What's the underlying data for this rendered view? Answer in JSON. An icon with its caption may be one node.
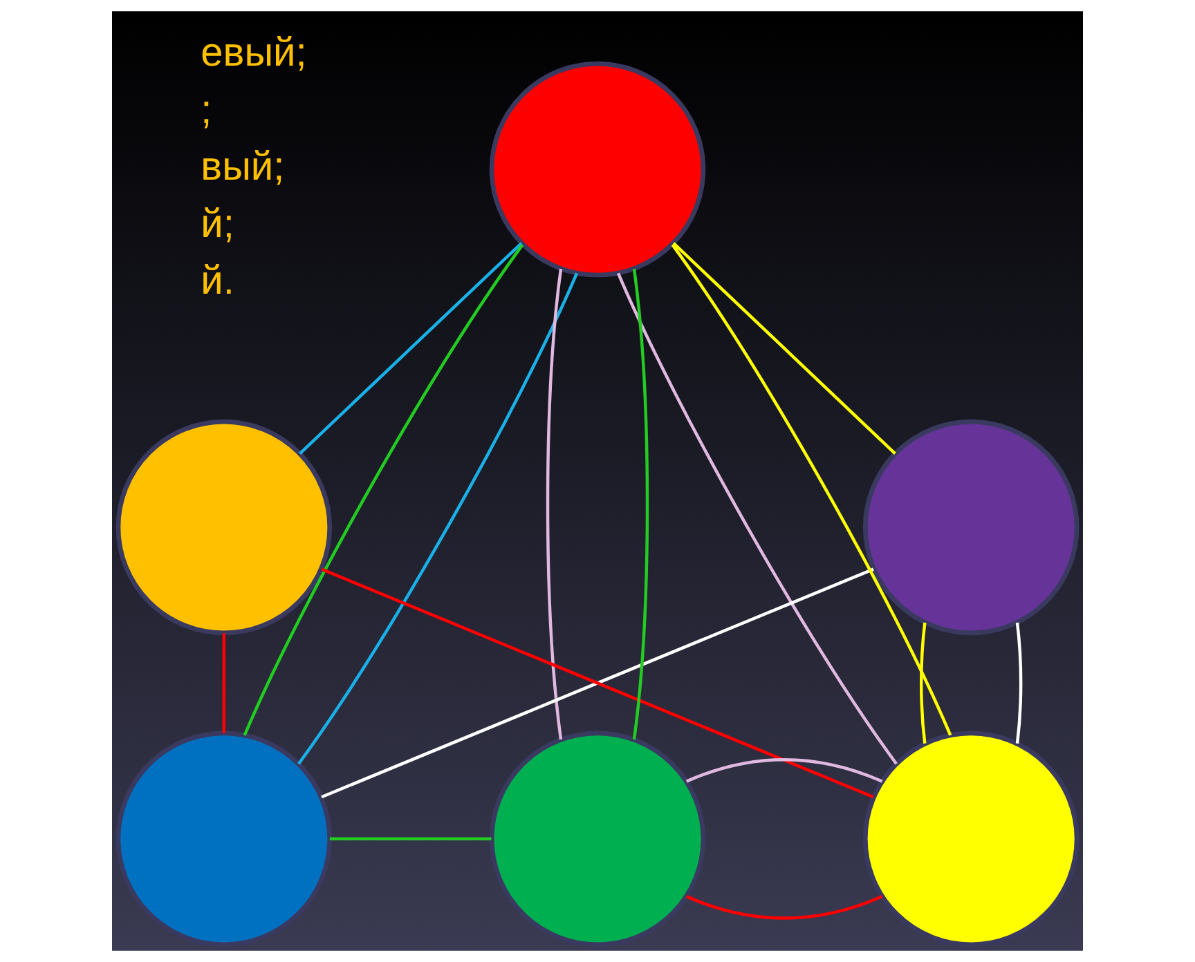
{
  "diagram": {
    "nodes": [
      {
        "text": [],
        "shape": "circle"
      },
      {
        "text": [],
        "shape": "circle"
      },
      {
        "text": [],
        "shape": "circle"
      },
      {
        "text": [],
        "shape": "circle"
      },
      {
        "text": [],
        "shape": "circle"
      },
      {
        "text": [],
        "shape": "circle"
      }
    ],
    "edges": [
      {
        "from": 0,
        "to": 3,
        "arrow": "none",
        "color": "#22cc22"
      },
      {
        "from": 3,
        "to": 4,
        "arrow": "none",
        "color": "#22cc22"
      },
      {
        "from": 4,
        "to": 0,
        "arrow": "none",
        "color": "#22cc22"
      },
      {
        "from": 0,
        "to": 1,
        "arrow": "none",
        "color": "#ffff00"
      },
      {
        "from": 1,
        "to": 5,
        "arrow": "none",
        "color": "#ffff00"
      },
      {
        "from": 5,
        "to": 0,
        "arrow": "none",
        "color": "#ffff00"
      },
      {
        "from": 0,
        "to": 2,
        "arrow": "none",
        "color": "#1ab0e8"
      },
      {
        "from": 0,
        "to": 3,
        "arrow": "none",
        "color": "#1ab0e8"
      },
      {
        "from": 3,
        "to": 2,
        "arrow": "none",
        "color": "#ff0000"
      },
      {
        "from": 2,
        "to": 5,
        "arrow": "none",
        "color": "#ff0000"
      },
      {
        "from": 5,
        "to": 4,
        "arrow": "none",
        "color": "#ff0000"
      },
      {
        "from": 1,
        "to": 3,
        "arrow": "none",
        "color": "#ffffff"
      },
      {
        "from": 1,
        "to": 5,
        "arrow": "none",
        "color": "#ffffff"
      },
      {
        "from": 0,
        "to": 5,
        "arrow": "none",
        "color": "#e0b8e0"
      },
      {
        "from": 0,
        "to": 4,
        "arrow": "none",
        "color": "#e0b8e0"
      },
      {
        "from": 4,
        "to": 5,
        "arrow": "none",
        "color": "#e0b8e0"
      }
    ],
    "labels": [
      "евый;",
      ";",
      "вый;",
      "й;",
      "й."
    ]
  }
}
